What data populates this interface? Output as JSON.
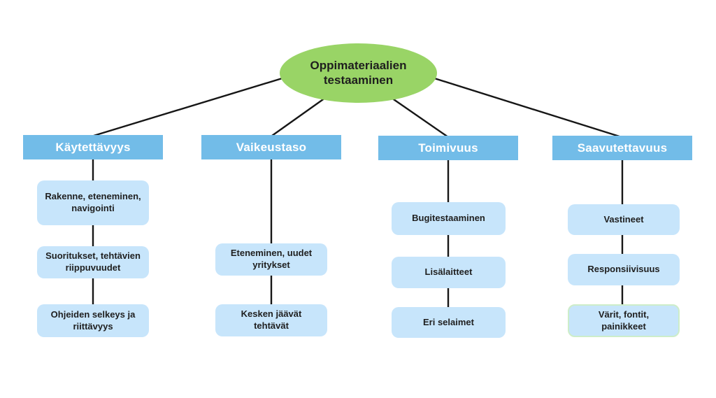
{
  "root": {
    "label": "Oppimateriaalien testaaminen"
  },
  "branches": [
    {
      "label": "Käytettävyys",
      "children": [
        "Rakenne, eteneminen, navigointi",
        "Suoritukset, tehtävien riippuvuudet",
        "Ohjeiden selkeys ja riittävyys"
      ]
    },
    {
      "label": "Vaikeustaso",
      "children": [
        "Eteneminen, uudet yritykset",
        "Kesken jäävät tehtävät"
      ]
    },
    {
      "label": "Toimivuus",
      "children": [
        "Bugitestaaminen",
        "Lisälaitteet",
        "Eri selaimet"
      ]
    },
    {
      "label": "Saavutettavuus",
      "children": [
        "Vastineet",
        "Responsiivisuus",
        "Värit, fontit, painikkeet"
      ]
    }
  ],
  "colors": {
    "root_fill": "#99d466",
    "branch_header_fill": "#72bce8",
    "branch_header_text": "#ffffff",
    "child_fill": "#c7e5fb",
    "child_text": "#1f1f1f",
    "connector_line": "#161616",
    "highlight_border": "#cdedc9"
  }
}
